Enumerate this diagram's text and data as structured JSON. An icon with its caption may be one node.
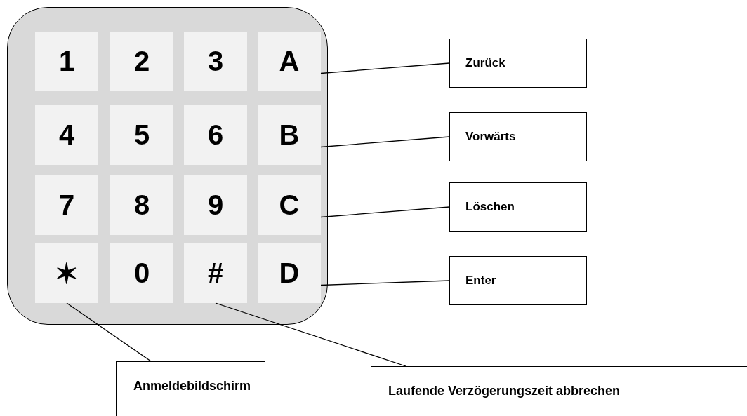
{
  "diagram": {
    "nodes": [
      {
        "text": [],
        "shape": "box"
      },
      {
        "text": [
          "1"
        ],
        "in": 0
      },
      {
        "text": [
          "2"
        ],
        "in": 0
      },
      {
        "text": [
          "3"
        ],
        "in": 0
      },
      {
        "text": [
          "A"
        ],
        "in": 0
      },
      {
        "text": [
          "4"
        ],
        "in": 0
      },
      {
        "text": [
          "5"
        ],
        "in": 0
      },
      {
        "text": [
          "6"
        ],
        "in": 0
      },
      {
        "text": [
          "B"
        ],
        "in": 0
      },
      {
        "text": [
          "7"
        ],
        "in": 0
      },
      {
        "text": [
          "8"
        ],
        "in": 0
      },
      {
        "text": [
          "9"
        ],
        "in": 0
      },
      {
        "text": [
          "C"
        ],
        "in": 0
      },
      {
        "text": [
          "✶"
        ],
        "in": 0
      },
      {
        "text": [
          "0"
        ],
        "in": 0
      },
      {
        "text": [
          "#"
        ],
        "in": 0
      },
      {
        "text": [
          "D"
        ],
        "in": 0
      },
      {
        "text": [
          "Zurück"
        ]
      },
      {
        "text": [
          "Vorwärts"
        ]
      },
      {
        "text": [
          "Löschen"
        ]
      },
      {
        "text": [
          "Enter"
        ]
      },
      {
        "text": [
          "Anmeldebildschirm"
        ]
      },
      {
        "text": [
          "Laufende Verzögerungszeit abbrechen"
        ]
      }
    ],
    "edges": [
      {
        "from": 17,
        "to": 4,
        "arrow": "none"
      },
      {
        "from": 18,
        "to": 8,
        "arrow": "none"
      },
      {
        "from": 19,
        "to": 12,
        "arrow": "none"
      },
      {
        "from": 20,
        "to": 16,
        "arrow": "none"
      },
      {
        "from": 21,
        "to": 13,
        "arrow": "none"
      },
      {
        "from": 22,
        "to": 15,
        "arrow": "none"
      }
    ]
  }
}
